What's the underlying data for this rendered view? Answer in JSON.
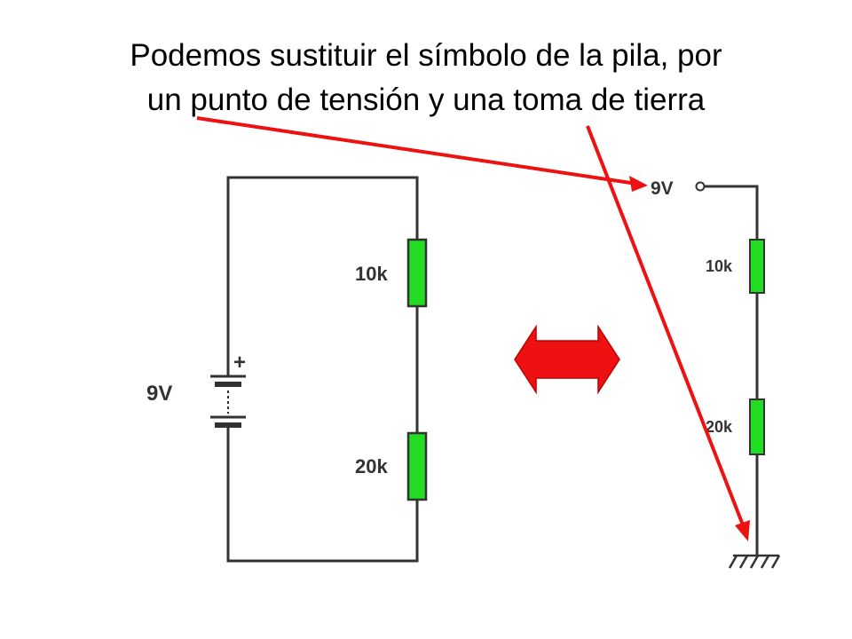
{
  "title": {
    "line1": "Podemos sustituir el símbolo de la pila, por",
    "line2": "un punto de tensión y una toma de tierra"
  },
  "left_circuit": {
    "battery_label": "9V",
    "battery_plus": "+",
    "resistor_top": "10k",
    "resistor_bottom": "20k"
  },
  "right_circuit": {
    "voltage_label": "9V",
    "resistor_top": "10k",
    "resistor_bottom": "20k"
  },
  "colors": {
    "resistor_fill": "#22dd22",
    "arrow": "#ee1111",
    "wire": "#333333"
  }
}
